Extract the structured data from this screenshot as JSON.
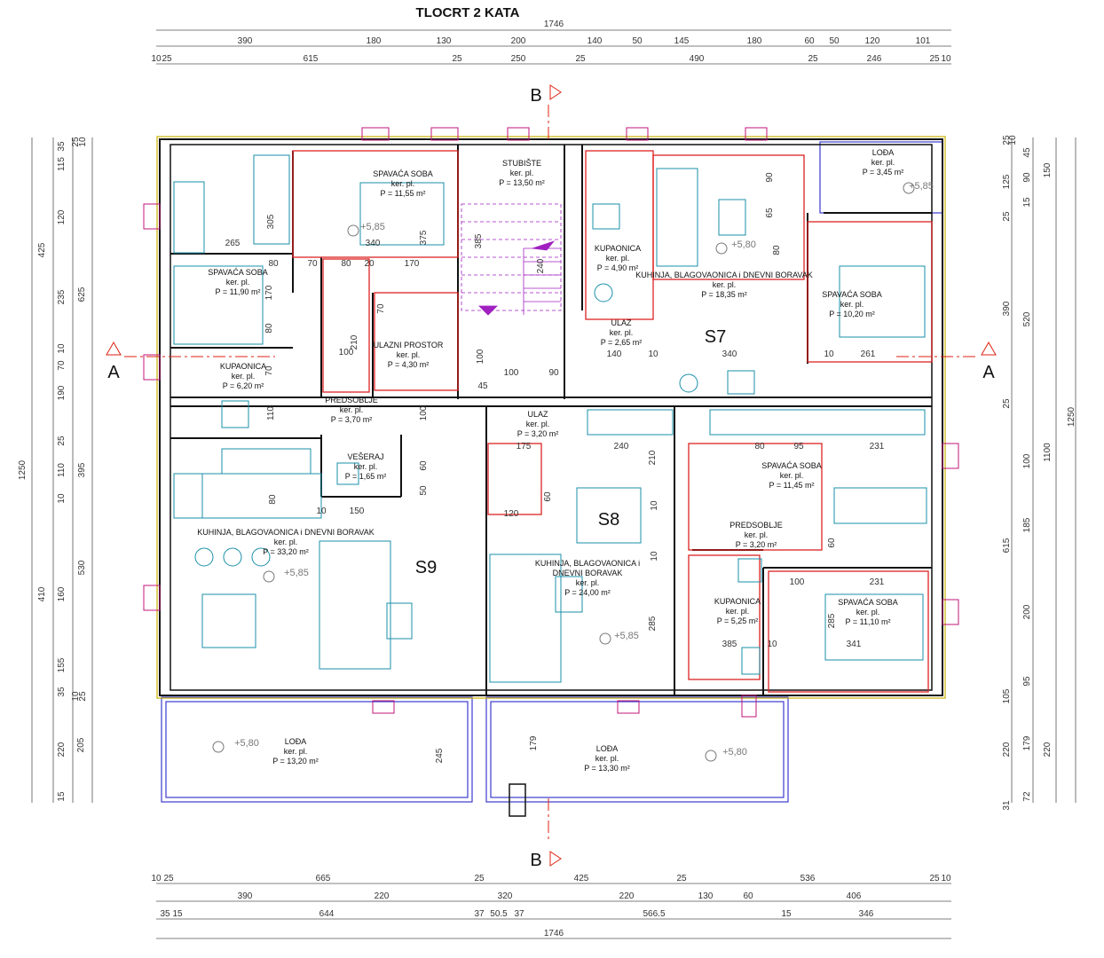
{
  "title": "TLOCRT 2 KATA",
  "section_marks": {
    "a": "A",
    "b": "B"
  },
  "units": [
    {
      "id": "S7",
      "label": "S7"
    },
    {
      "id": "S8",
      "label": "S8"
    },
    {
      "id": "S9",
      "label": "S9"
    }
  ],
  "rooms": [
    {
      "name": "SPAVAĆA SOBA",
      "floor": "ker. pl.",
      "area": "P = 11,55 m²"
    },
    {
      "name": "STUBIŠTE",
      "floor": "ker. pl.",
      "area": "P = 13,50 m²"
    },
    {
      "name": "LOĐA",
      "floor": "ker. pl.",
      "area": "P = 3,45 m²"
    },
    {
      "name": "SPAVAĆA SOBA",
      "floor": "ker. pl.",
      "area": "P = 11,90 m²"
    },
    {
      "name": "KUPAONICA",
      "floor": "ker. pl.",
      "area": "P = 4,90 m²"
    },
    {
      "name": "KUHINJA, BLAGOVAONICA i DNEVNI BORAVAK",
      "floor": "ker. pl.",
      "area": "P = 18,35 m²"
    },
    {
      "name": "SPAVAĆA SOBA",
      "floor": "ker. pl.",
      "area": "P = 10,20 m²"
    },
    {
      "name": "ULAZ",
      "floor": "ker. pl.",
      "area": "P = 2,65 m²"
    },
    {
      "name": "ULAZNI PROSTOR",
      "floor": "ker. pl.",
      "area": "P = 4,30 m²"
    },
    {
      "name": "KUPAONICA",
      "floor": "ker. pl.",
      "area": "P = 6,20 m²"
    },
    {
      "name": "PREDSOBLJE",
      "floor": "ker. pl.",
      "area": "P = 3,70 m²"
    },
    {
      "name": "ULAZ",
      "floor": "ker. pl.",
      "area": "P = 3,20 m²"
    },
    {
      "name": "VEŠERAJ",
      "floor": "ker. pl.",
      "area": "P = 1,65 m²"
    },
    {
      "name": "SPAVAĆA SOBA",
      "floor": "ker. pl.",
      "area": "P = 11,45 m²"
    },
    {
      "name": "PREDSOBLJE",
      "floor": "ker. pl.",
      "area": "P = 3,20 m²"
    },
    {
      "name": "KUHINJA, BLAGOVAONICA i DNEVNI BORAVAK",
      "floor": "ker. pl.",
      "area": "P = 33,20 m²"
    },
    {
      "name": "KUHINJA, BLAGOVAONICA i",
      "name2": "DNEVNI BORAVAK",
      "floor": "ker. pl.",
      "area": "P = 24,00 m²"
    },
    {
      "name": "KUPAONICA",
      "floor": "ker. pl.",
      "area": "P = 5,25 m²"
    },
    {
      "name": "SPAVAĆA SOBA",
      "floor": "ker. pl.",
      "area": "P = 11,10 m²"
    },
    {
      "name": "LOĐA",
      "floor": "ker. pl.",
      "area": "P = 13,20 m²"
    },
    {
      "name": "LOĐA",
      "floor": "ker. pl.",
      "area": "P = 13,30 m²"
    }
  ],
  "levels": [
    "+5,85",
    "+5,80",
    "+5,85",
    "+5,85",
    "+5,85",
    "+5,80",
    "+5,80",
    "+5,80"
  ],
  "dims_top": {
    "total": "1746",
    "row1": [
      "390",
      "180",
      "130",
      "200",
      "140",
      "50",
      "145",
      "180",
      "60",
      "50",
      "120",
      "101"
    ],
    "row2": [
      "10",
      "25",
      "615",
      "25",
      "250",
      "25",
      "490",
      "25",
      "246",
      "25",
      "10"
    ]
  },
  "dims_bottom": {
    "total": "1746",
    "row1": [
      "10",
      "25",
      "665",
      "25",
      "425",
      "25",
      "536",
      "25",
      "10"
    ],
    "row2": [
      "390",
      "220",
      "320",
      "220",
      "130",
      "60",
      "406"
    ],
    "row3": [
      "35",
      "15",
      "644",
      "37",
      "50.5",
      "37",
      "566.5",
      "15",
      "346"
    ]
  },
  "dims_left": {
    "total": "1250",
    "row1": [
      "35",
      "115",
      "120",
      "235",
      "10",
      "70",
      "190",
      "25",
      "110",
      "10",
      "160",
      "155",
      "35",
      "220",
      "15"
    ],
    "row2": [
      "425",
      "625",
      "395",
      "530",
      "410"
    ],
    "row3": [
      "25",
      "10",
      "10",
      "25",
      "205"
    ]
  },
  "dims_right": {
    "total": "1250",
    "row1": [
      "25",
      "10",
      "45",
      "125",
      "90",
      "15",
      "25",
      "390",
      "25",
      "100",
      "185",
      "200",
      "95",
      "105",
      "179",
      "31",
      "220",
      "72"
    ],
    "row2": [
      "150",
      "520",
      "1100",
      "615",
      "220"
    ]
  },
  "inner_dims": [
    "70",
    "80",
    "20",
    "170",
    "265",
    "305",
    "375",
    "385",
    "340",
    "100",
    "210",
    "170",
    "70",
    "80",
    "70",
    "100",
    "100",
    "90",
    "80",
    "45",
    "100",
    "150",
    "120",
    "175",
    "240",
    "210",
    "60",
    "80",
    "95",
    "231",
    "140",
    "340",
    "10",
    "261",
    "80",
    "65",
    "90",
    "10",
    "60",
    "100",
    "231",
    "341",
    "285",
    "385",
    "10",
    "285",
    "240",
    "110",
    "80",
    "10",
    "50",
    "60",
    "10",
    "10",
    "179",
    "245"
  ]
}
